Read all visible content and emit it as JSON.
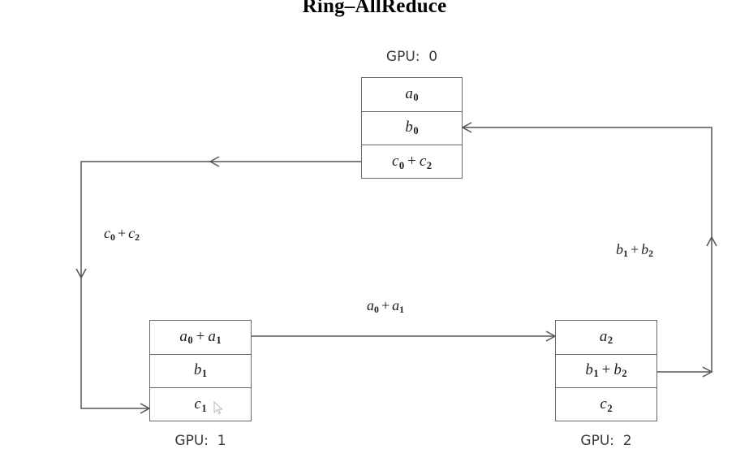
{
  "title": "Ring–AllReduce",
  "nodes": [
    {
      "id": "gpu0",
      "label": "GPU:  0",
      "label_position": "above",
      "rows": [
        {
          "text": "a₀",
          "base": "a",
          "sub": "0"
        },
        {
          "text": "b₀",
          "base": "b",
          "sub": "0"
        },
        {
          "text": "c₀ + c₂",
          "base": "c",
          "sub": "0",
          "op": "+",
          "base2": "c",
          "sub2": "2"
        }
      ]
    },
    {
      "id": "gpu1",
      "label": "GPU:  1",
      "label_position": "below",
      "rows": [
        {
          "text": "a₀ + a₁",
          "base": "a",
          "sub": "0",
          "op": "+",
          "base2": "a",
          "sub2": "1"
        },
        {
          "text": "b₁",
          "base": "b",
          "sub": "1"
        },
        {
          "text": "c₁",
          "base": "c",
          "sub": "1"
        }
      ]
    },
    {
      "id": "gpu2",
      "label": "GPU:  2",
      "label_position": "below",
      "rows": [
        {
          "text": "a₂",
          "base": "a",
          "sub": "2"
        },
        {
          "text": "b₁ + b₂",
          "base": "b",
          "sub": "1",
          "op": "+",
          "base2": "b",
          "sub2": "2"
        },
        {
          "text": "c₂",
          "base": "c",
          "sub": "2"
        }
      ]
    }
  ],
  "edges": [
    {
      "id": "edge-gpu0-to-gpu1",
      "label": "c₀ + c₂",
      "base": "c",
      "sub": "0",
      "op": "+",
      "base2": "c",
      "sub2": "2",
      "from": "gpu0",
      "to": "gpu1"
    },
    {
      "id": "edge-gpu1-to-gpu2",
      "label": "a₀ + a₁",
      "base": "a",
      "sub": "0",
      "op": "+",
      "base2": "a",
      "sub2": "1",
      "from": "gpu1",
      "to": "gpu2"
    },
    {
      "id": "edge-gpu2-to-gpu0",
      "label": "b₁ + b₂",
      "base": "b",
      "sub": "1",
      "op": "+",
      "base2": "b",
      "sub2": "2",
      "from": "gpu2",
      "to": "gpu0"
    }
  ],
  "colors": {
    "stroke": "#666666",
    "text": "#1d1d1d",
    "label": "#3a3a3a",
    "background": "#ffffff"
  }
}
